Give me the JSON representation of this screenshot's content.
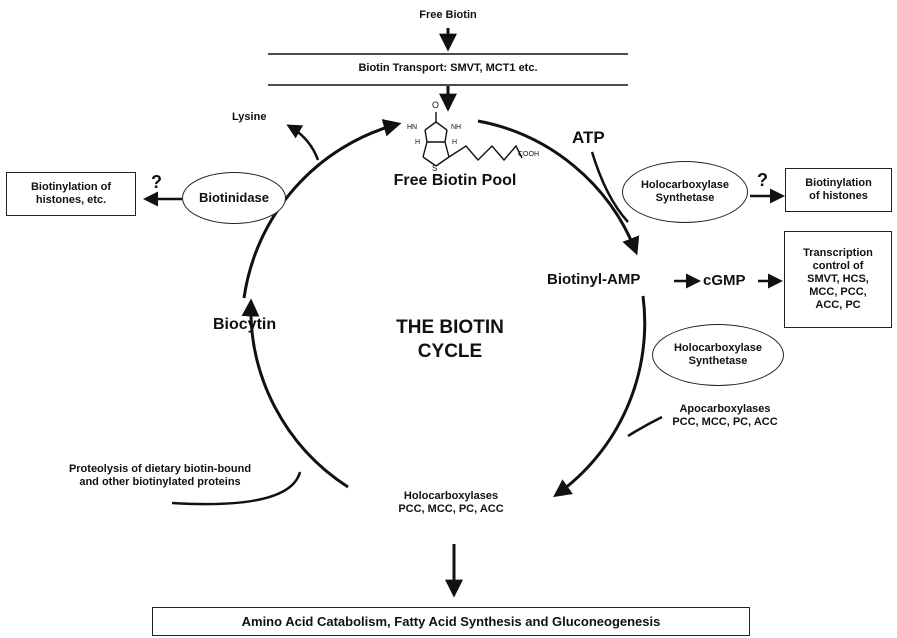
{
  "top": {
    "free_biotin": "Free Biotin",
    "transport": "Biotin Transport: SMVT, MCT1 etc."
  },
  "pool": {
    "label": "Free Biotin Pool",
    "molecule_labels": [
      "O",
      "HN",
      "NH",
      "H",
      "H",
      "S",
      "COOH"
    ]
  },
  "center": {
    "title": "THE BIOTIN\nCYCLE"
  },
  "right": {
    "atp": "ATP",
    "hcs_top": "Holocarboxylase\nSynthetase",
    "question_right": "?",
    "histones_right": "Biotinylation\nof histones",
    "biotinyl_amp": "Biotinyl-AMP",
    "cgmp": "cGMP",
    "transcription": "Transcription\ncontrol of\nSMVT, HCS,\nMCC, PCC,\nACC, PC",
    "hcs_mid": "Holocarboxylase\nSynthetase",
    "apocarboxylases": "Apocarboxylases\nPCC, MCC, PC, ACC"
  },
  "bottom": {
    "holocarboxylases": "Holocarboxylases\nPCC, MCC, PC, ACC",
    "final": "Amino Acid Catabolism, Fatty Acid Synthesis and Gluconeogenesis"
  },
  "left": {
    "lysine": "Lysine",
    "biotinidase": "Biotinidase",
    "question_left": "?",
    "histones_left": "Biotinylation of\nhistones, etc.",
    "biocytin": "Biocytin",
    "proteolysis": "Proteolysis of dietary biotin-bound\nand other biotinylated proteins"
  }
}
